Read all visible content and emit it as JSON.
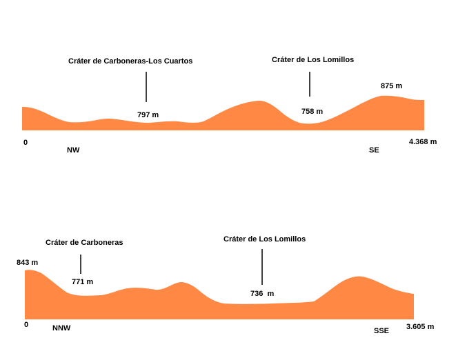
{
  "colors": {
    "terrain": "#FF8844",
    "background": "#FFFFFF",
    "text": "#000000"
  },
  "profile_top": {
    "crater_a": "Cráter de Carboneras-Los Cuartos",
    "crater_b": "Cráter de Los Lomillos",
    "elev_a": "797 m",
    "elev_b": "758 m",
    "elev_peak": "875 m",
    "dist_start": "0",
    "dist_end": "4.368 m",
    "dir_left": "NW",
    "dir_right": "SE"
  },
  "profile_bottom": {
    "crater_a": "Cráter de Carboneras",
    "crater_b": "Cráter de Los Lomillos",
    "elev_start": "843 m",
    "elev_a": "771 m",
    "elev_b": "736  m",
    "dist_start": "0",
    "dist_end": "3.605 m",
    "dir_left": "NNW",
    "dir_right": "SSE"
  }
}
